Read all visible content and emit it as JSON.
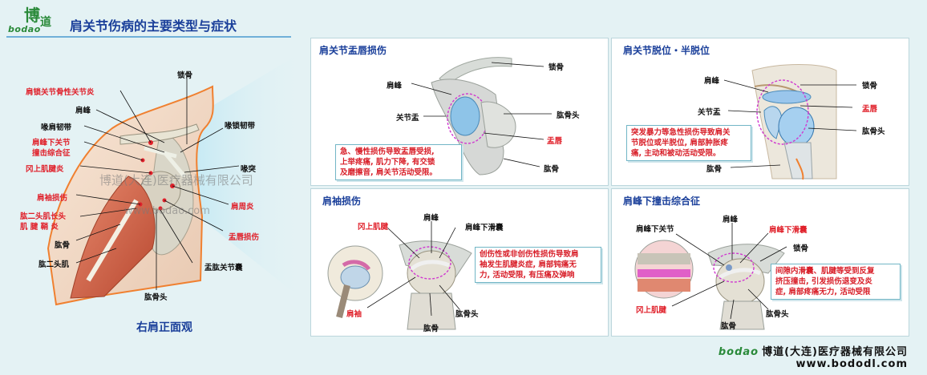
{
  "header": {
    "logo_text": "bodao",
    "title": "肩关节伤病的主要类型与症状"
  },
  "left_figure": {
    "labels": {
      "clavicle": "锁骨",
      "ac_arthritis": "肩锁关节骨性关节炎",
      "acromion": "肩峰",
      "cor_acr_ligament": "喙肩韧带",
      "cor_cla_ligament": "喙锁韧带",
      "impingement_1": "肩峰下关节",
      "impingement_2": "撞击综合征",
      "supraspinatus": "冈上肌腱炎",
      "coracoid": "喙突",
      "rotator_cuff": "肩袖损伤",
      "periarthritis": "肩周炎",
      "biceps_long_1": "肱二头肌长头",
      "biceps_long_2": "肌 腱 鞘 炎",
      "labrum_injury": "盂唇损伤",
      "humerus": "肱骨",
      "biceps": "肱二头肌",
      "gh_bursa": "盂肱关节囊",
      "humeral_head": "肱骨头"
    },
    "watermark_1": "博道(大连)医疗器械有限公司",
    "watermark_2": "www.bodao.com",
    "caption": "右肩正面观"
  },
  "panels": {
    "labrum": {
      "title": "肩关节盂唇损伤",
      "labels": {
        "clavicle": "锁骨",
        "acromion": "肩峰",
        "glenoid": "关节盂",
        "humeral_head": "肱骨头",
        "labrum": "盂唇",
        "humerus": "肱骨"
      },
      "note": [
        "急、慢性损伤导致盂唇受损,",
        "上举疼痛, 肌力下降, 有交锁",
        "及磨擦音, 肩关节活动受限。"
      ]
    },
    "dislocation": {
      "title": "肩关节脱位・半脱位",
      "labels": {
        "acromion": "肩峰",
        "clavicle": "锁骨",
        "glenoid": "关节盂",
        "labrum": "盂唇",
        "humeral_head": "肱骨头",
        "humerus": "肱骨"
      },
      "note": [
        "突发暴力等急性损伤导致肩关",
        "节脱位或半脱位, 肩部肿胀疼",
        "痛, 主动和被动活动受限。"
      ]
    },
    "rotator": {
      "title": "肩袖损伤",
      "labels": {
        "acromion": "肩峰",
        "supraspinatus_tendon": "冈上肌腱",
        "subacromial_bursa": "肩峰下滑囊",
        "rotator_cuff": "肩袖",
        "humeral_head": "肱骨头",
        "humerus": "肱骨"
      },
      "note": [
        "创伤性或非创伤性损伤导致肩",
        "袖发生肌腱炎症, 肩部钝痛无",
        "力, 活动受限, 有压痛及弹响"
      ]
    },
    "impingement": {
      "title": "肩峰下撞击综合征",
      "labels": {
        "subacromial_joint": "肩峰下关节",
        "acromion": "肩峰",
        "subacromial_bursa": "肩峰下滑囊",
        "clavicle": "锁骨",
        "supraspinatus_tendon": "冈上肌腱",
        "humeral_head": "肱骨头",
        "humerus": "肱骨"
      },
      "note": [
        "间隙内滑囊、肌腱等受到反复",
        "挤压撞击, 引发损伤退变及炎",
        "症, 肩部疼痛无力, 活动受限"
      ]
    }
  },
  "footer": {
    "brand": "bodao",
    "company": "博道(大连)医疗器械有限公司",
    "url": "www.bododl.com"
  },
  "colors": {
    "title_blue": "#1a3f9a",
    "label_red": "#e0202a",
    "brand_green": "#2a8a3a",
    "background": "#e4f2f4"
  }
}
